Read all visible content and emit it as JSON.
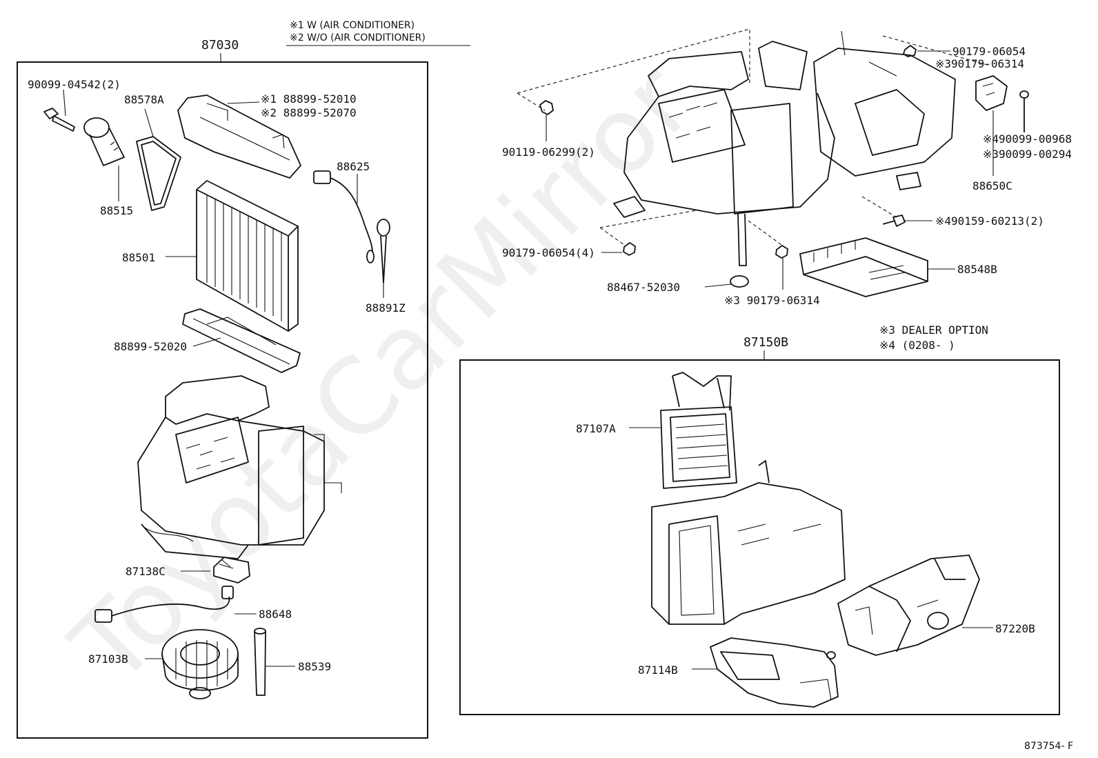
{
  "watermark": "ToyotaCarMirror",
  "legend_top": {
    "line1": "※1 W (AIR CONDITIONER)",
    "line2": "※2 W/O (AIR CONDITIONER)"
  },
  "legend_mid": {
    "line1": "※3 DEALER OPTION",
    "line2": "※4 (0208-      )"
  },
  "assembly_left": {
    "title": "87030"
  },
  "assembly_right": {
    "title": "87150B"
  },
  "footer_code": "873754- F",
  "labels": {
    "p90099_04542": "90099-04542(2)",
    "p88578A": "88578A",
    "p88899_52010": "※1 88899-52010",
    "p88899_52070": "※2 88899-52070",
    "p88515": "88515",
    "p88625": "88625",
    "p88501": "88501",
    "p88891Z": "88891Z",
    "p88899_52020": "88899-52020",
    "p87138C": "87138C",
    "p88648": "88648",
    "p87103B": "87103B",
    "p88539": "88539",
    "p90179_06054_top": "90179-06054",
    "p90179_06314_top": "※390179-06314",
    "p90119_06299": "90119-06299(2)",
    "p90099_00968": "※490099-00968",
    "p90099_00294": "※390099-00294",
    "p88650C": "88650C",
    "p90159_60213": "※490159-60213(2)",
    "p90179_06054_4": "90179-06054(4)",
    "p88548B": "88548B",
    "p88467_52030": "88467-52030",
    "p90179_06314_bot": "※3 90179-06314",
    "p87107A": "87107A",
    "p87220B": "87220B",
    "p87114B": "87114B"
  }
}
